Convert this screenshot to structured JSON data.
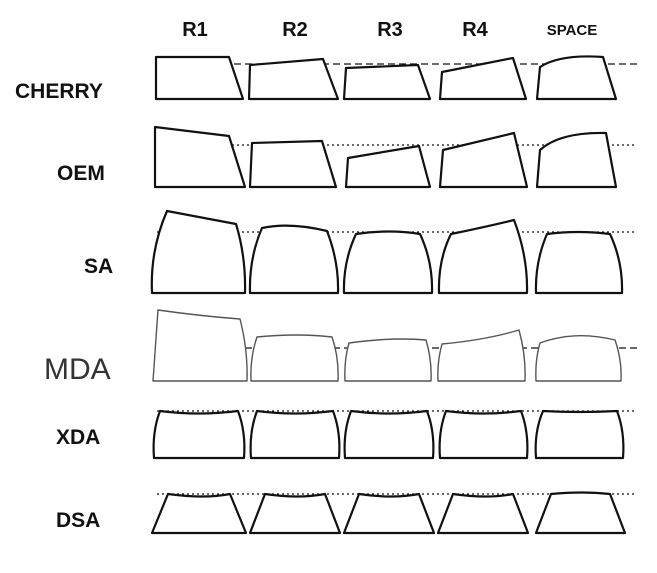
{
  "columns": [
    "R1",
    "R2",
    "R3",
    "R4",
    "SPACE"
  ],
  "profiles": [
    {
      "name": "CHERRY",
      "keys": [
        "cherry-r1",
        "cherry-r2",
        "cherry-r3",
        "cherry-r4",
        "cherry-space"
      ]
    },
    {
      "name": "OEM",
      "keys": [
        "oem-r1",
        "oem-r2",
        "oem-r3",
        "oem-r4",
        "oem-space"
      ]
    },
    {
      "name": "SA",
      "keys": [
        "sa-r1",
        "sa-r2",
        "sa-r3",
        "sa-r4",
        "sa-space"
      ]
    },
    {
      "name": "MDA",
      "keys": [
        "mda-r1",
        "mda-r2",
        "mda-r3",
        "mda-r4",
        "mda-space"
      ]
    },
    {
      "name": "XDA",
      "keys": [
        "xda-r1",
        "xda-r2",
        "xda-r3",
        "xda-r4",
        "xda-space"
      ]
    },
    {
      "name": "DSA",
      "keys": [
        "dsa-r1",
        "dsa-r2",
        "dsa-r3",
        "dsa-r4",
        "dsa-space"
      ]
    }
  ],
  "colors": {
    "line": "#111111",
    "background": "#ffffff"
  }
}
